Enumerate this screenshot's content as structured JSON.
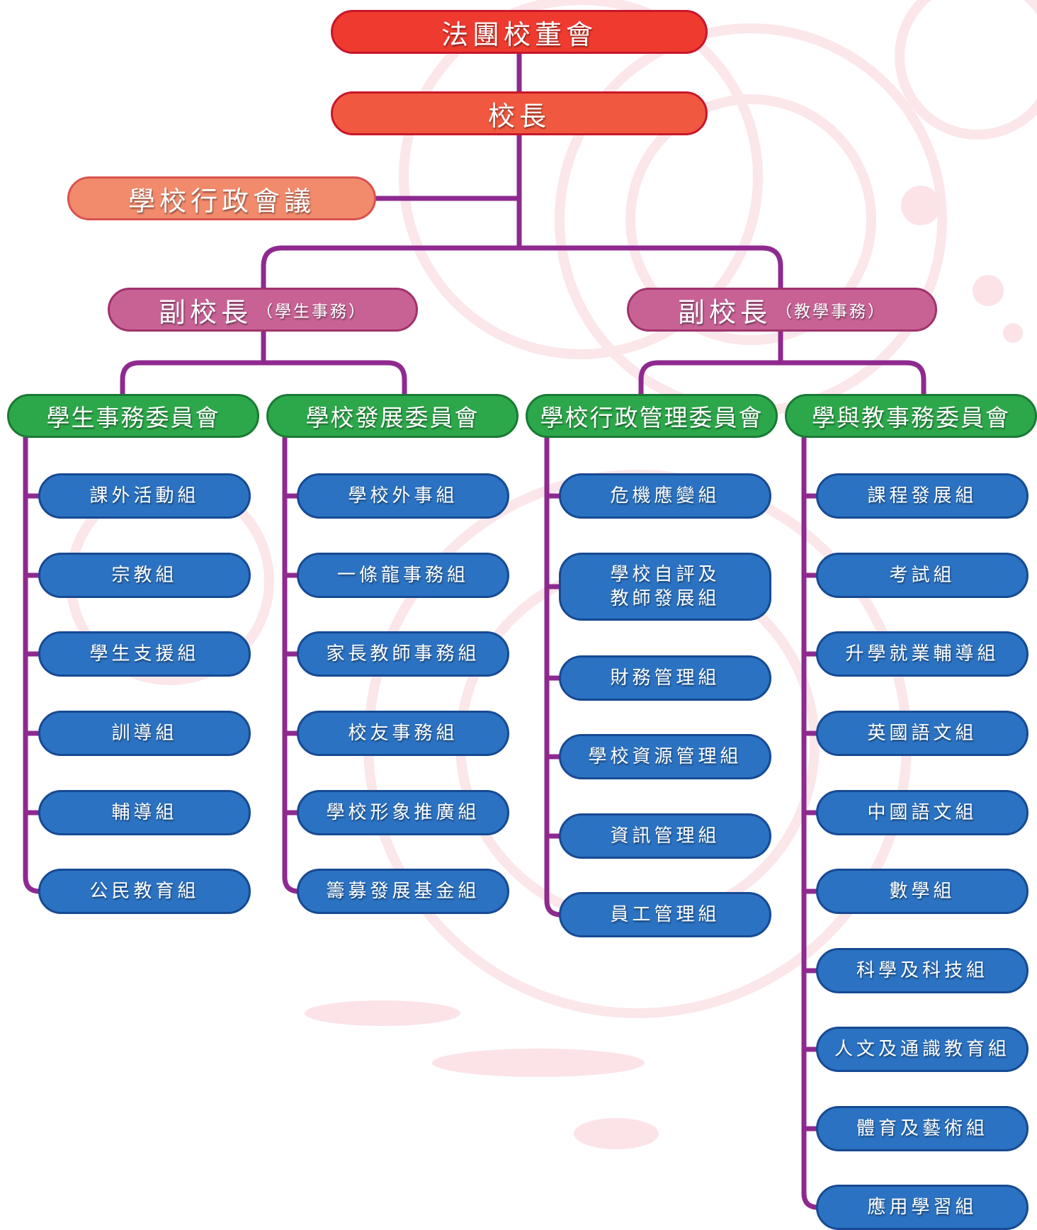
{
  "top": {
    "board": "法團校董會",
    "principal": "校長",
    "council": "學校行政會議"
  },
  "vice_principals": [
    {
      "title": "副校長",
      "portfolio": "（學生事務）"
    },
    {
      "title": "副校長",
      "portfolio": "（教學事務）"
    }
  ],
  "committees": [
    {
      "name": "學生事務委員會",
      "units": [
        "課外活動組",
        "宗教組",
        "學生支援組",
        "訓導組",
        "輔導組",
        "公民教育組"
      ]
    },
    {
      "name": "學校發展委員會",
      "units": [
        "學校外事組",
        "一條龍事務組",
        "家長教師事務組",
        "校友事務組",
        "學校形象推廣組",
        "籌募發展基金組"
      ]
    },
    {
      "name": "學校行政管理委員會",
      "units": [
        "危機應變組",
        "學校自評及\n教師發展組",
        "財務管理組",
        "學校資源管理組",
        "資訊管理組",
        "員工管理組"
      ]
    },
    {
      "name": "學與教事務委員會",
      "units": [
        "課程發展組",
        "考試組",
        "升學就業輔導組",
        "英國語文組",
        "中國語文組",
        "數學組",
        "科學及科技組",
        "人文及通識教育組",
        "體育及藝術組",
        "應用學習組"
      ]
    }
  ],
  "colors": {
    "connector": "#8e2a8f",
    "board": "#ef3a2f",
    "principal": "#f0583f",
    "council": "#f28a6c",
    "vice_principal": "#c86295",
    "committee": "#2ca84a",
    "unit": "#2b72c2"
  }
}
